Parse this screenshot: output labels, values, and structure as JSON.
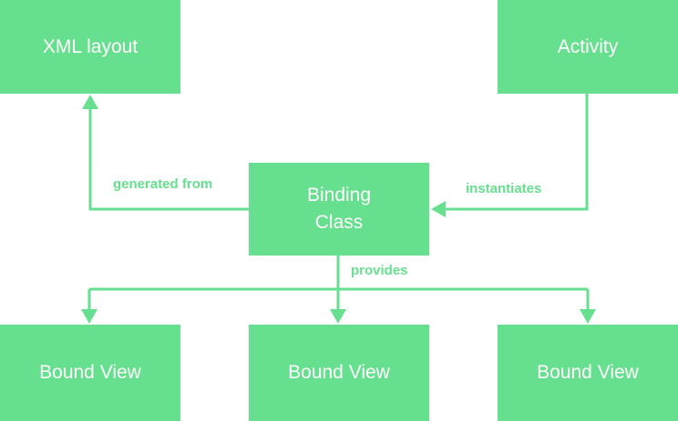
{
  "colors": {
    "node_fill": "#66df8e",
    "node_text": "#ffffff",
    "edge": "#66df8e"
  },
  "nodes": {
    "xml_layout": "XML layout",
    "activity": "Activity",
    "binding_class_line1": "Binding",
    "binding_class_line2": "Class",
    "bound_view_left": "Bound View",
    "bound_view_center": "Bound View",
    "bound_view_right": "Bound View"
  },
  "edges": {
    "generated_from": "generated from",
    "instantiates": "instantiates",
    "provides": "provides"
  }
}
